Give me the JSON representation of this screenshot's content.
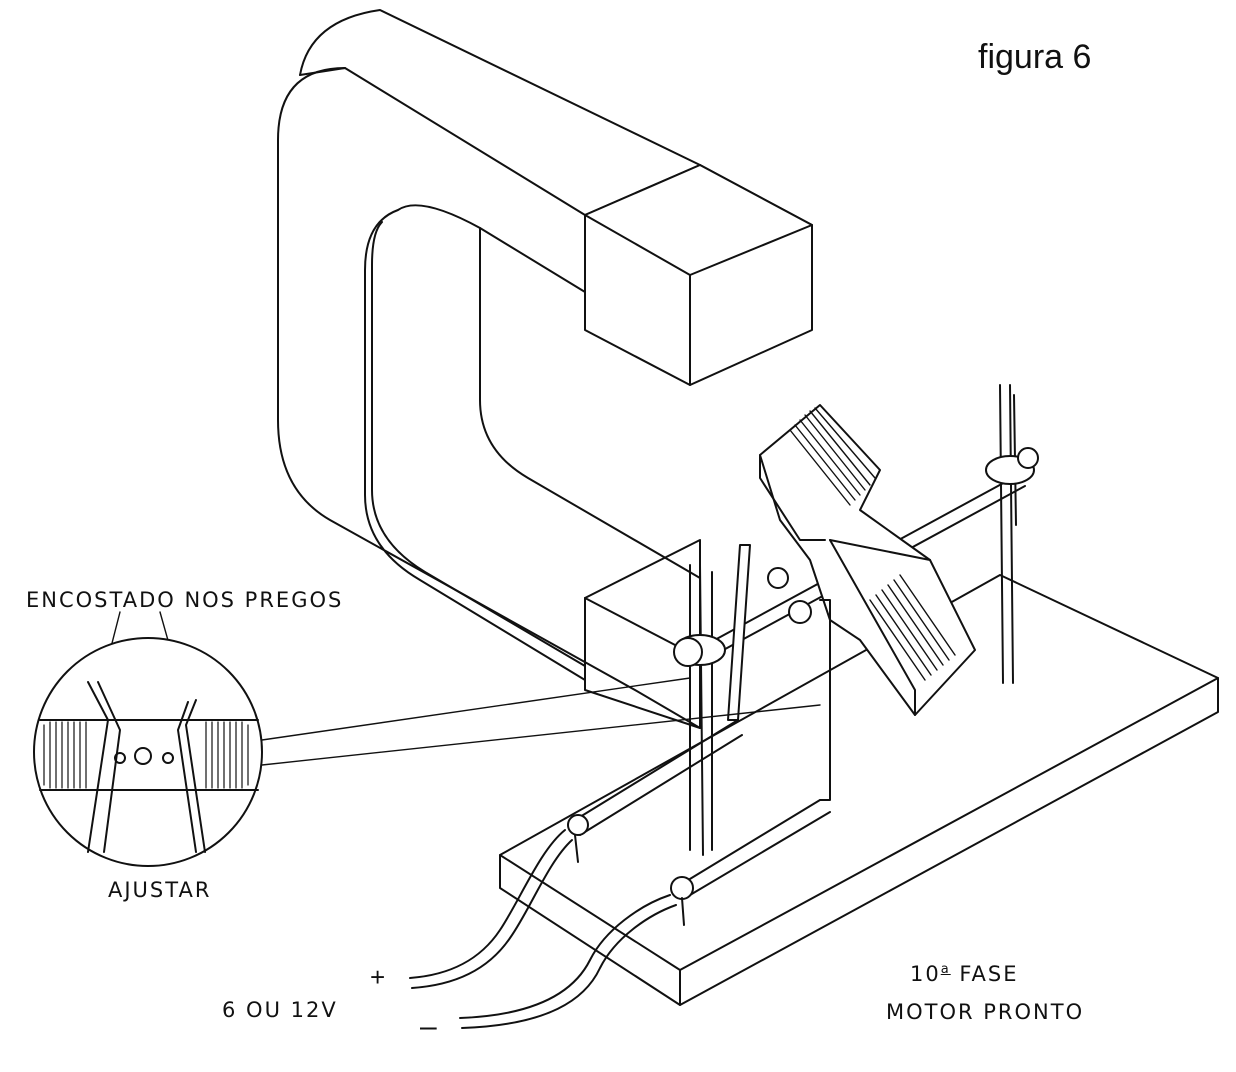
{
  "figure": {
    "title": "figura 6"
  },
  "callouts": {
    "contact_label": "ENCOSTADO NOS PREGOS",
    "adjust_label": "AJUSTAR"
  },
  "power": {
    "positive": "+",
    "negative": "–",
    "voltage": "6 OU 12V"
  },
  "caption": {
    "phase_number": "10",
    "phase_ordinal": "a",
    "phase_word": "FASE",
    "status": "MOTOR PRONTO"
  },
  "colors": {
    "ink": "#111111",
    "background": "#ffffff"
  }
}
